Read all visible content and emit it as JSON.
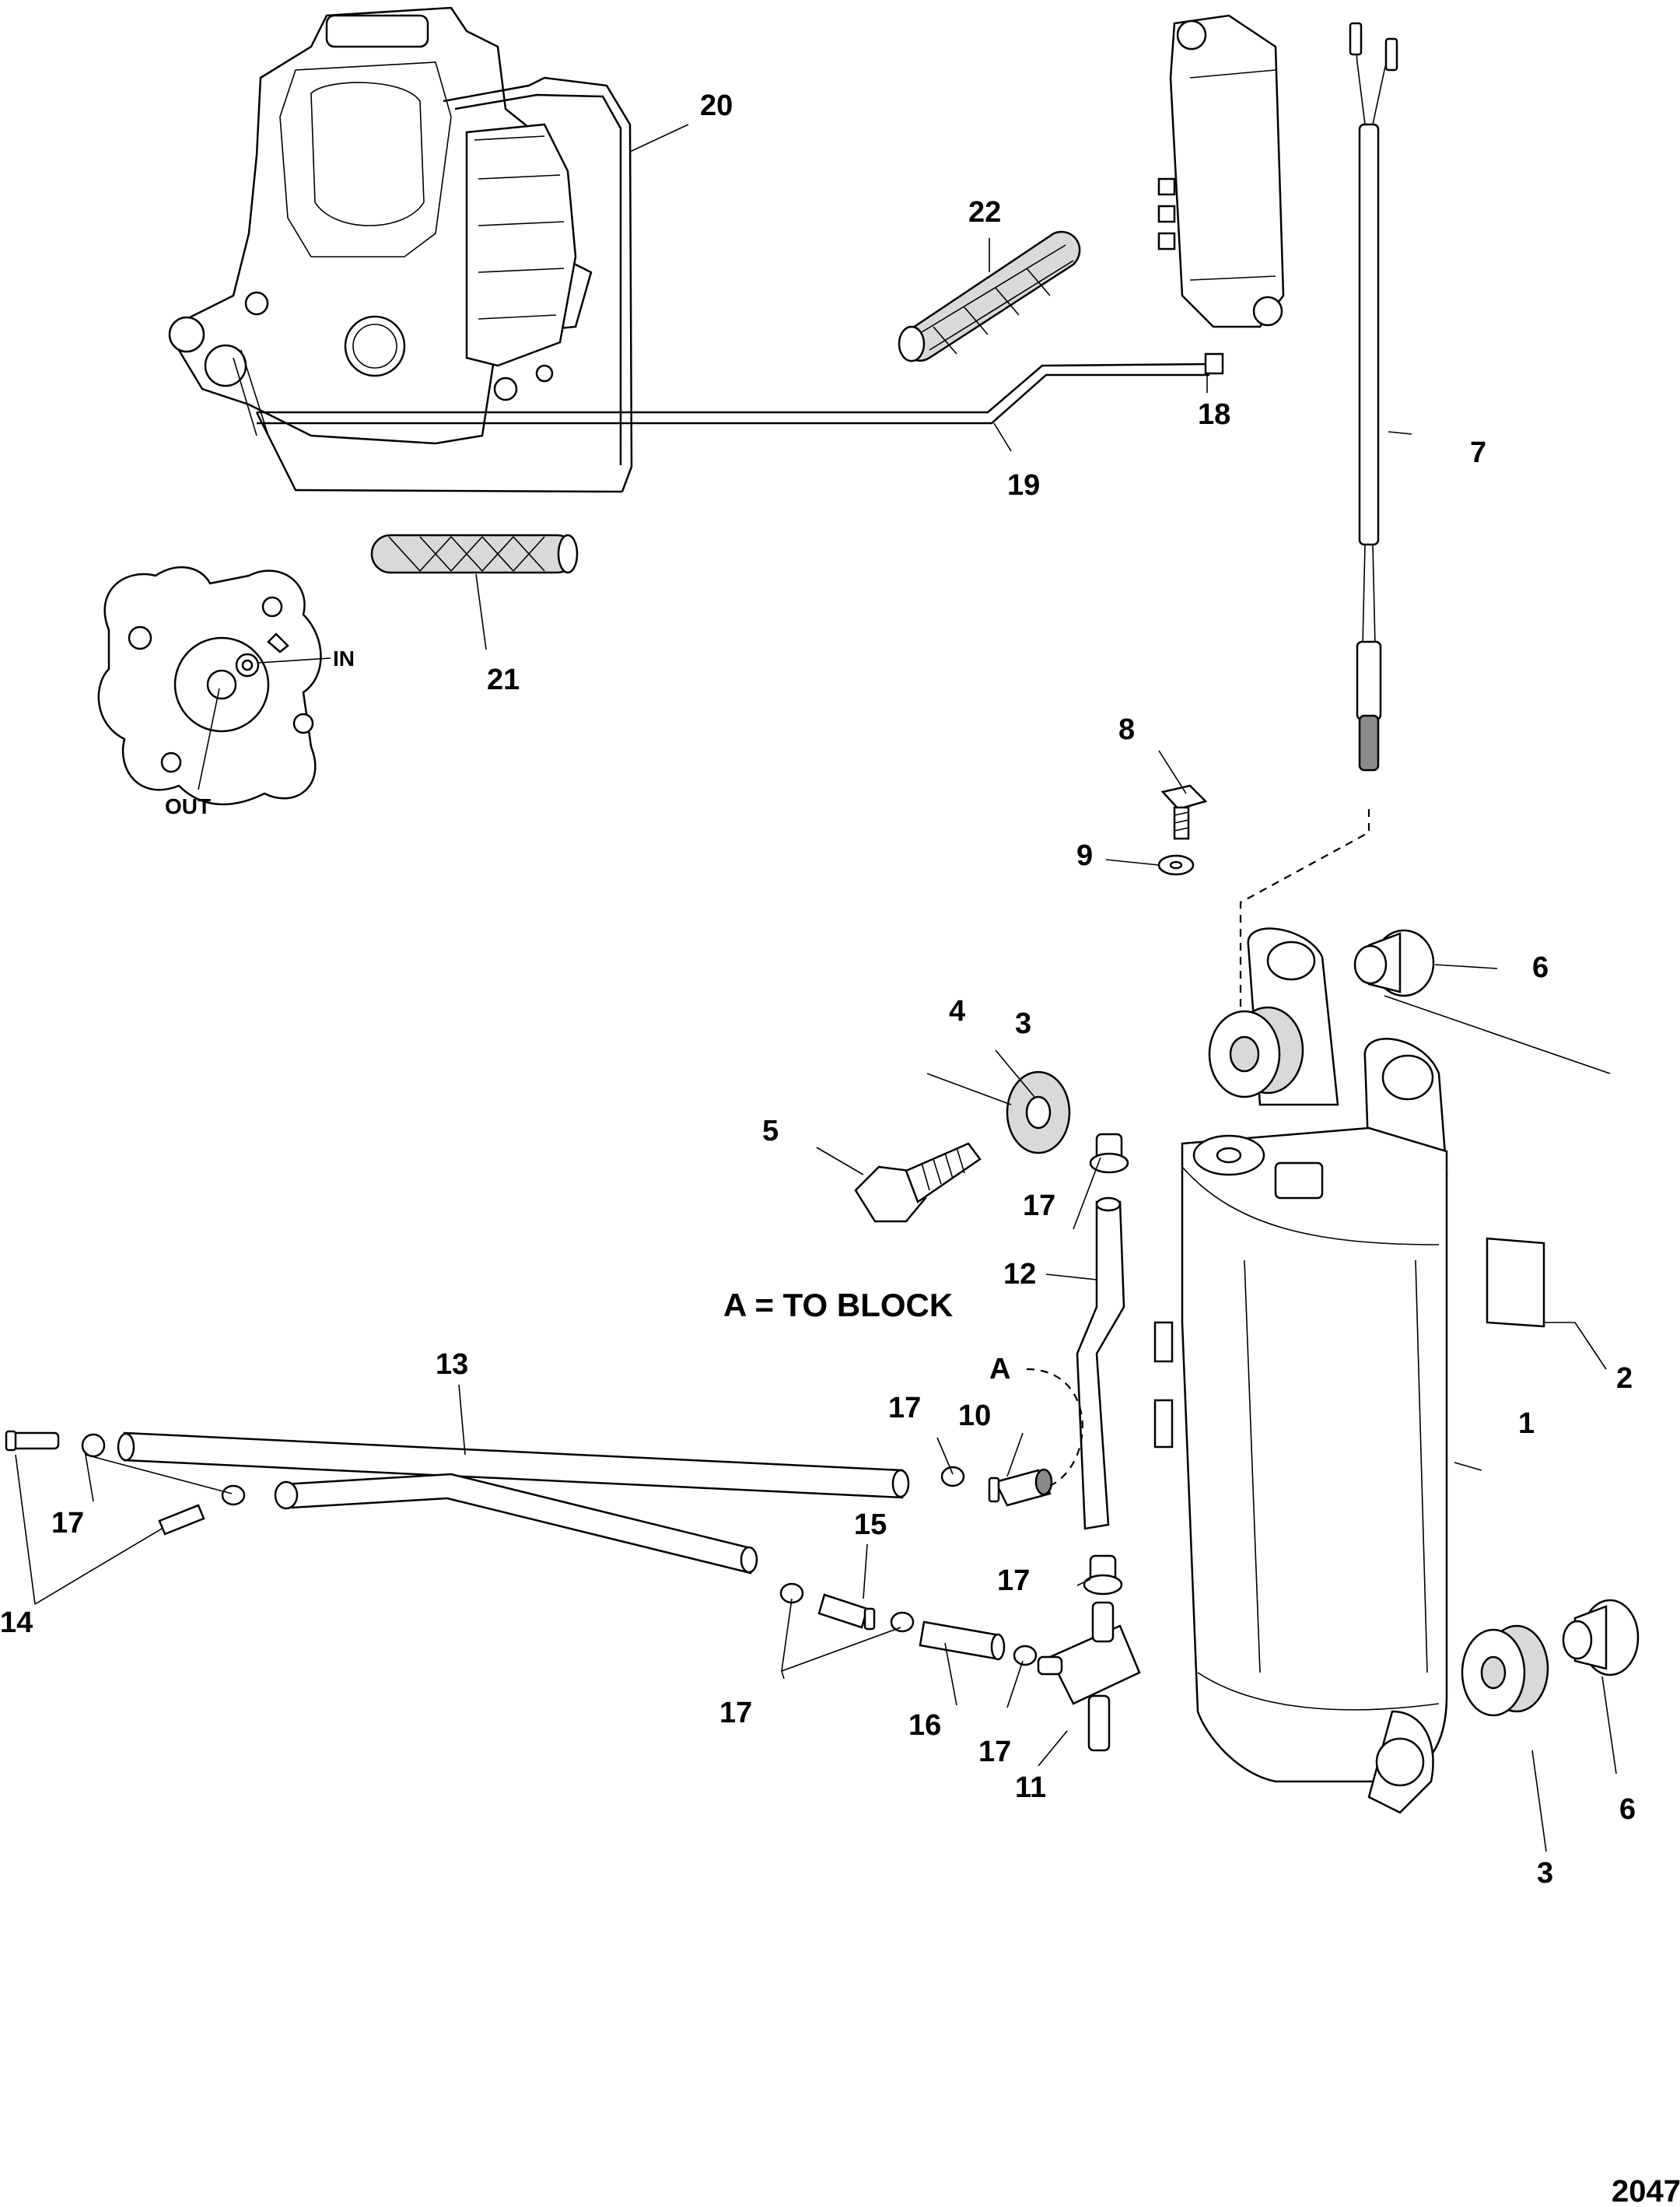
{
  "callouts": {
    "c1": "1",
    "c2": "2",
    "c3a": "3",
    "c3b": "3",
    "c4": "4",
    "c5": "5",
    "c6a": "6",
    "c6b": "6",
    "c7": "7",
    "c8": "8",
    "c9": "9",
    "c10": "10",
    "c11": "11",
    "c12": "12",
    "c13": "13",
    "c14": "14",
    "c15": "15",
    "c16": "16",
    "c17a": "17",
    "c17b": "17",
    "c17c": "17",
    "c17d": "17",
    "c17e": "17",
    "c17f": "17",
    "c18": "18",
    "c19": "19",
    "c20": "20",
    "c21": "21",
    "c22": "22"
  },
  "labels": {
    "in": "IN",
    "out": "OUT",
    "a_marker": "A",
    "a_note": "A = TO BLOCK",
    "figure_number": "2047"
  }
}
